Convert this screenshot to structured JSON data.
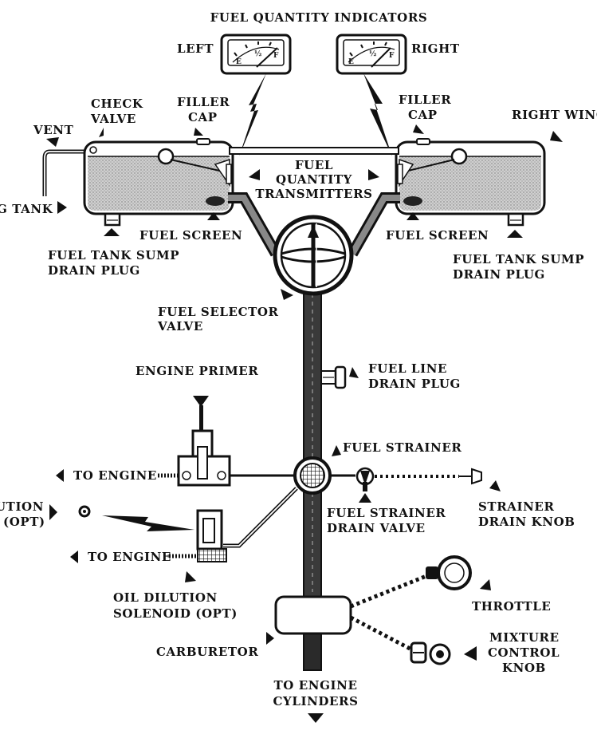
{
  "labels": {
    "fuel_quantity_indicators": "FUEL QUANTITY INDICATORS",
    "left": "LEFT",
    "right": "RIGHT",
    "check_valve_1": "CHECK",
    "check_valve_2": "VALVE",
    "filler_cap_left_1": "FILLER",
    "filler_cap_left_2": "CAP",
    "filler_cap_right_1": "FILLER",
    "filler_cap_right_2": "CAP",
    "right_wing": "RIGHT WING",
    "vent": "VENT",
    "left_tank": "G TANK",
    "fuel_qty_transmitters_1": "FUEL",
    "fuel_qty_transmitters_2": "QUANTITY",
    "fuel_qty_transmitters_3": "TRANSMITTERS",
    "fuel_screen_left": "FUEL SCREEN",
    "fuel_screen_right": "FUEL SCREEN",
    "sump_left_1": "FUEL TANK SUMP",
    "sump_left_2": "DRAIN PLUG",
    "sump_right_1": "FUEL TANK SUMP",
    "sump_right_2": "DRAIN PLUG",
    "selector_1": "FUEL SELECTOR",
    "selector_2": "VALVE",
    "line_drain_1": "FUEL LINE",
    "line_drain_2": "DRAIN PLUG",
    "engine_primer": "ENGINE PRIMER",
    "fuel_strainer": "FUEL STRAINER",
    "to_engine_1": "TO ENGINE",
    "to_engine_2": "TO ENGINE",
    "oil_dilution_1": "UTION",
    "oil_dilution_2": "(OPT)",
    "strainer_drain_valve_1": "FUEL STRAINER",
    "strainer_drain_valve_2": "DRAIN VALVE",
    "strainer_drain_knob_1": "STRAINER",
    "strainer_drain_knob_2": "DRAIN KNOB",
    "oil_dilution_solenoid_1": "OIL DILUTION",
    "oil_dilution_solenoid_2": "SOLENOID (OPT)",
    "throttle": "THROTTLE",
    "mixture_1": "MIXTURE",
    "mixture_2": "CONTROL",
    "mixture_3": "KNOB",
    "carburetor": "CARBURETOR",
    "to_cylinders_1": "TO ENGINE",
    "to_cylinders_2": "CYLINDERS"
  },
  "gauges": {
    "empty_mark": "E",
    "half_mark": "½",
    "full_mark": "F"
  },
  "colors": {
    "ink": "#111111",
    "fuel_fill": "#c9c9c9",
    "fuel_line": "#3a3a3a",
    "paper": "#ffffff"
  }
}
